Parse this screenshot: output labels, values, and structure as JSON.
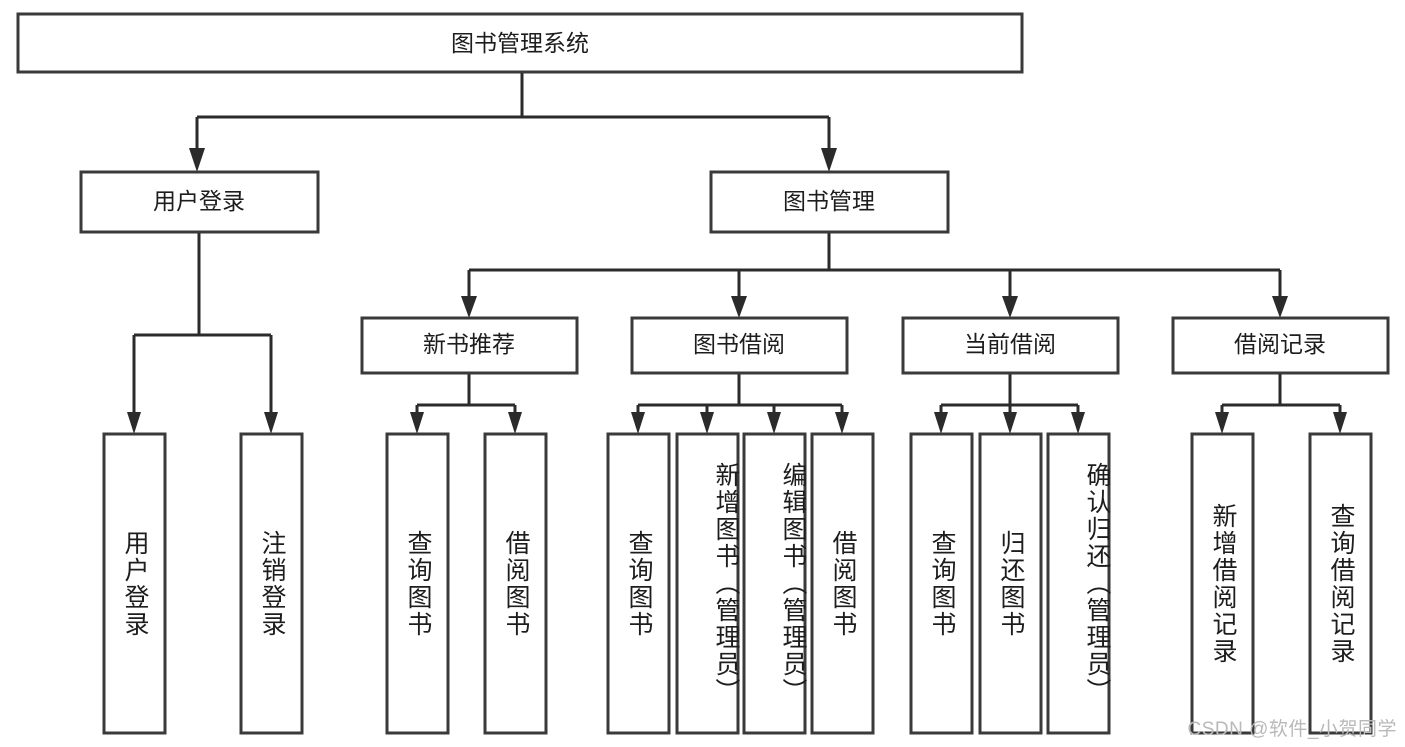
{
  "diagram": {
    "type": "tree-hierarchy-chart",
    "title": "图书管理系统",
    "watermark": "CSDN @软件_小贺同学",
    "colors": {
      "box_fill": "#ffffff",
      "box_stroke": "#3a3a3a",
      "connector": "#2b2b2b",
      "text": "#1d1d1d",
      "watermark": "#b9b9b9",
      "background": "#ffffff"
    },
    "levels": {
      "level1": [
        {
          "id": "root",
          "label": "图书管理系统",
          "orientation": "horizontal"
        }
      ],
      "level2": [
        {
          "id": "user-login",
          "label": "用户登录",
          "orientation": "horizontal",
          "parent": "root"
        },
        {
          "id": "book-manage",
          "label": "图书管理",
          "orientation": "horizontal",
          "parent": "root"
        }
      ],
      "level3": [
        {
          "id": "new-book-rec",
          "label": "新书推荐",
          "orientation": "horizontal",
          "parent": "book-manage"
        },
        {
          "id": "book-borrow",
          "label": "图书借阅",
          "orientation": "horizontal",
          "parent": "book-manage"
        },
        {
          "id": "current-borrow",
          "label": "当前借阅",
          "orientation": "horizontal",
          "parent": "book-manage"
        },
        {
          "id": "borrow-record",
          "label": "借阅记录",
          "orientation": "horizontal",
          "parent": "book-manage"
        }
      ],
      "level4": [
        {
          "id": "leaf-user-login",
          "label": "用户登录",
          "orientation": "vertical",
          "parent": "user-login"
        },
        {
          "id": "leaf-user-logout",
          "label": "注销登录",
          "orientation": "vertical",
          "parent": "user-login"
        },
        {
          "id": "leaf-query-book-1",
          "label": "查询图书",
          "orientation": "vertical",
          "parent": "new-book-rec"
        },
        {
          "id": "leaf-borrow-book-1",
          "label": "借阅图书",
          "orientation": "vertical",
          "parent": "new-book-rec"
        },
        {
          "id": "leaf-query-book-2",
          "label": "查询图书",
          "orientation": "vertical",
          "parent": "book-borrow"
        },
        {
          "id": "leaf-add-book",
          "label": "新增图书（管理员）",
          "orientation": "vertical",
          "parent": "book-borrow"
        },
        {
          "id": "leaf-edit-book",
          "label": "编辑图书（管理员）",
          "orientation": "vertical",
          "parent": "book-borrow"
        },
        {
          "id": "leaf-borrow-book-2",
          "label": "借阅图书",
          "orientation": "vertical",
          "parent": "book-borrow"
        },
        {
          "id": "leaf-query-book-3",
          "label": "查询图书",
          "orientation": "vertical",
          "parent": "current-borrow"
        },
        {
          "id": "leaf-return-book",
          "label": "归还图书",
          "orientation": "vertical",
          "parent": "current-borrow"
        },
        {
          "id": "leaf-confirm-return",
          "label": "确认归还（管理员）",
          "orientation": "vertical",
          "parent": "current-borrow"
        },
        {
          "id": "leaf-add-record",
          "label": "新增借阅记录",
          "orientation": "vertical",
          "parent": "borrow-record"
        },
        {
          "id": "leaf-query-record",
          "label": "查询借阅记录",
          "orientation": "vertical",
          "parent": "borrow-record"
        }
      ]
    }
  }
}
